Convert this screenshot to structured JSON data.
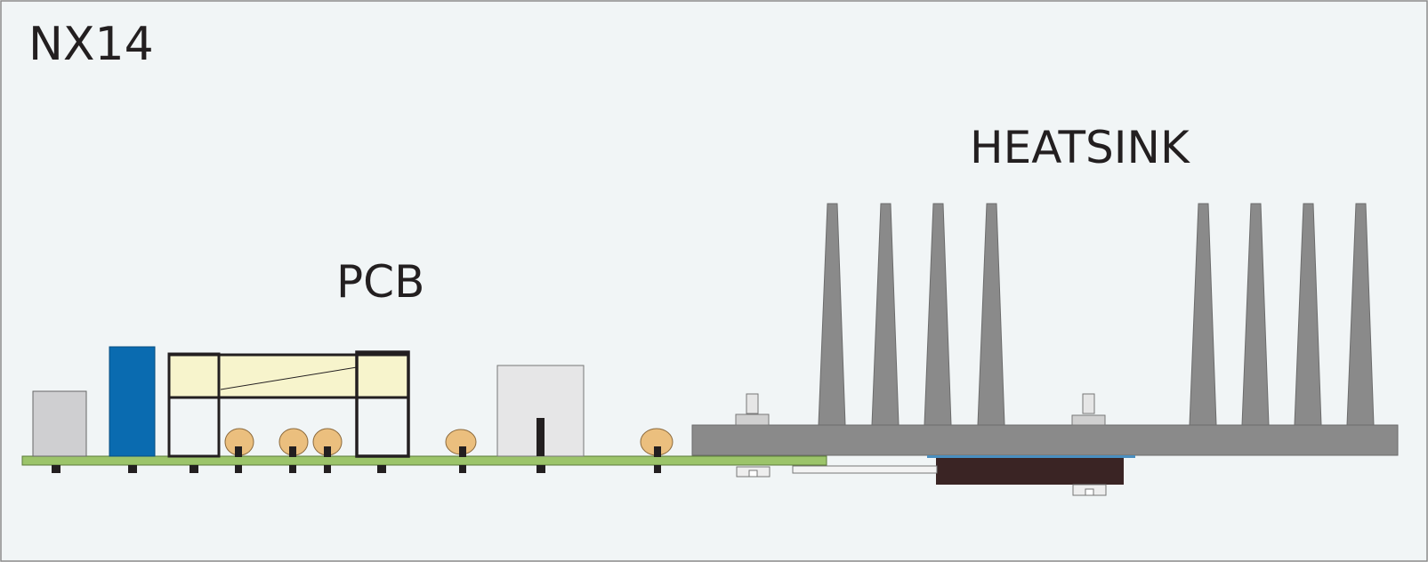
{
  "title": "NX14",
  "labels": {
    "pcb": "PCB",
    "heatsink": "HEATSINK"
  },
  "colors": {
    "background": "#f1f5f6",
    "frame": "#8a8a8a",
    "pcb_board": "#9cc46a",
    "heatsink": "#8a8a8a",
    "relay": "#f7f4cc",
    "blue_capacitor": "#0a6bb0",
    "grey_component": "#cfcfd1",
    "round_part": "#ebbf7e",
    "transistor": "#3a2424",
    "pin": "#231f20"
  }
}
